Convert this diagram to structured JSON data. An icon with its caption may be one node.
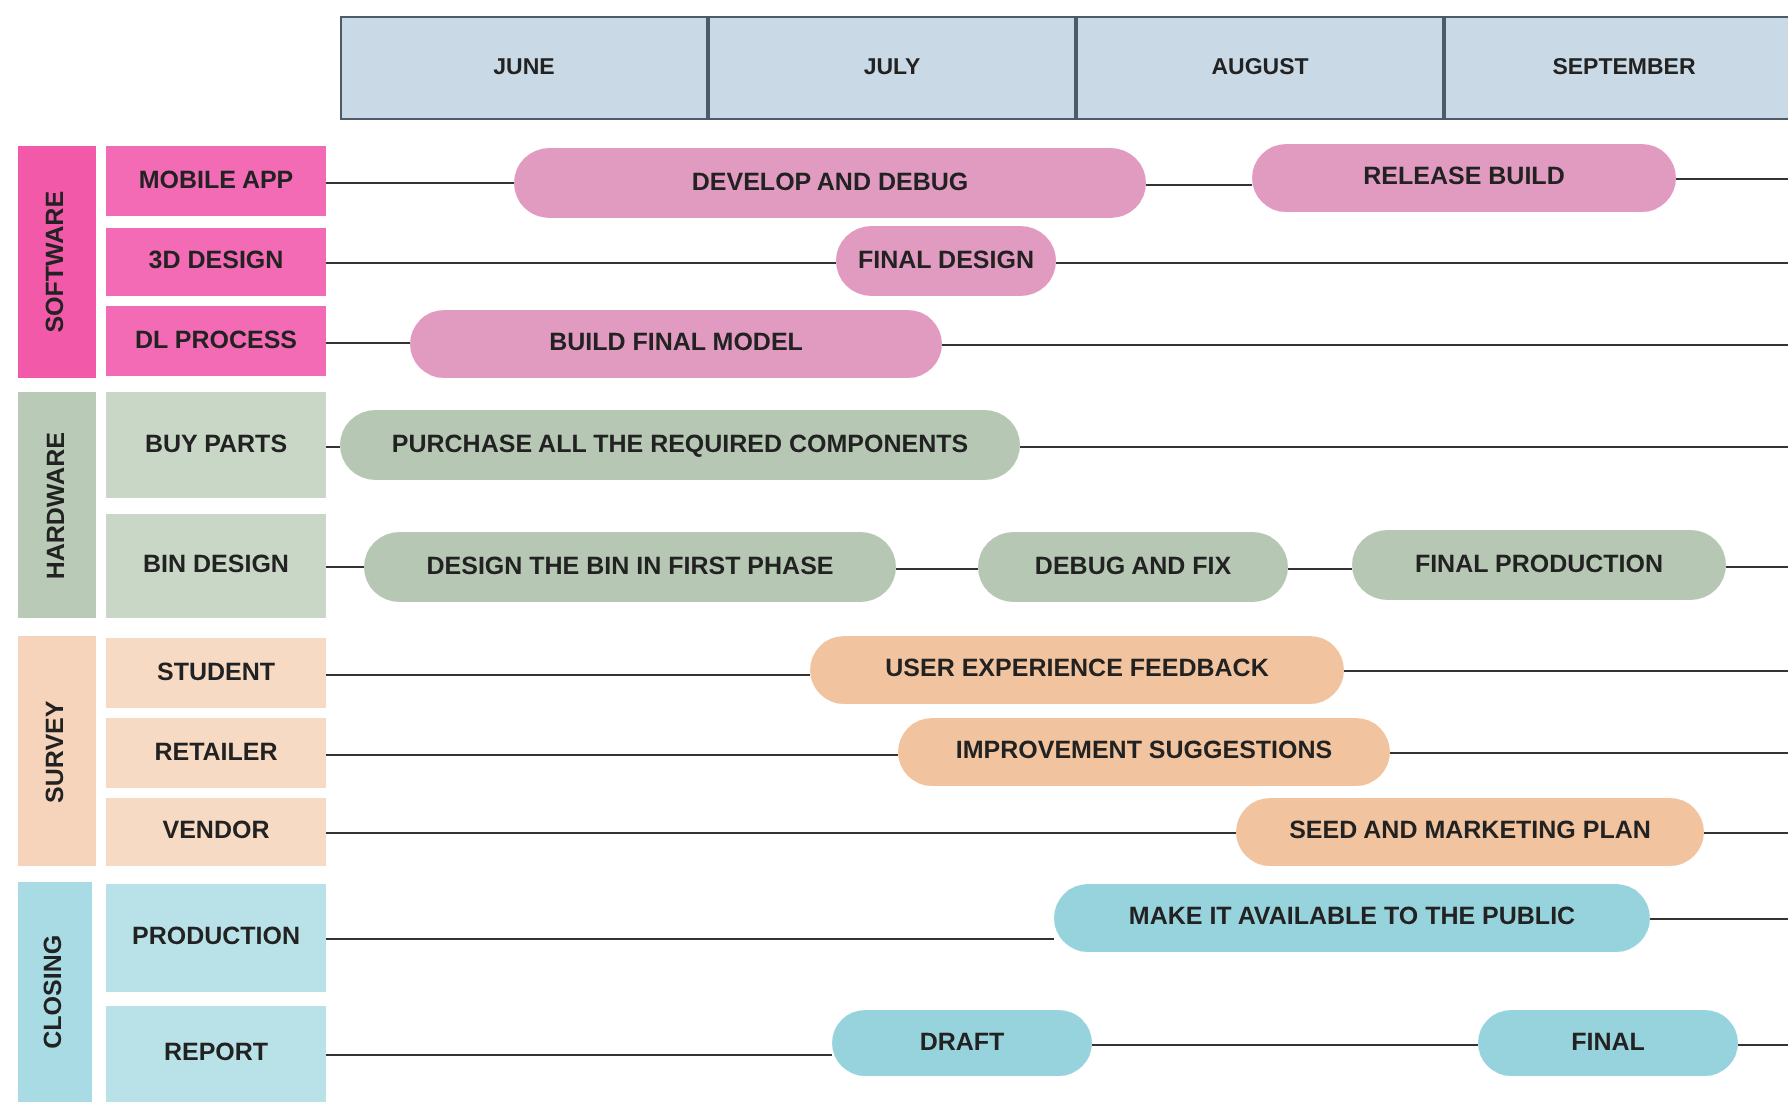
{
  "diagram": {
    "nodes": [
      {
        "text": [
          "JUNE"
        ]
      },
      {
        "text": [
          "JULY"
        ]
      },
      {
        "text": [
          "AUGUST"
        ]
      },
      {
        "text": [
          "SEPTEMBER"
        ]
      },
      {
        "text": [
          "SOFTWARE"
        ]
      },
      {
        "text": [
          "MOBILE APP"
        ]
      },
      {
        "text": [
          "DEVELOP AND DEBUG"
        ]
      },
      {
        "text": [
          "RELEASE BUILD"
        ]
      },
      {
        "text": [
          "3D DESIGN"
        ]
      },
      {
        "text": [
          "FINAL DESIGN"
        ]
      },
      {
        "text": [
          "DL PROCESS"
        ]
      },
      {
        "text": [
          "BUILD FINAL MODEL"
        ]
      },
      {
        "text": [
          "HARDWARE"
        ]
      },
      {
        "text": [
          "BUY PARTS"
        ]
      },
      {
        "text": [
          "PURCHASE ALL THE REQUIRED COMPONENTS"
        ]
      },
      {
        "text": [
          "BIN DESIGN"
        ]
      },
      {
        "text": [
          "DESIGN THE BIN IN FIRST PHASE"
        ]
      },
      {
        "text": [
          "DEBUG AND FIX"
        ]
      },
      {
        "text": [
          "FINAL PRODUCTION"
        ]
      },
      {
        "text": [
          "SURVEY"
        ]
      },
      {
        "text": [
          "STUDENT"
        ]
      },
      {
        "text": [
          "USER EXPERIENCE FEEDBACK"
        ]
      },
      {
        "text": [
          "RETAILER"
        ]
      },
      {
        "text": [
          "IMPROVEMENT SUGGESTIONS"
        ]
      },
      {
        "text": [
          "VENDOR"
        ]
      },
      {
        "text": [
          "SEED AND MARKETING PLAN"
        ]
      },
      {
        "text": [
          "CLOSING"
        ]
      },
      {
        "text": [
          "PRODUCTION"
        ]
      },
      {
        "text": [
          "MAKE IT AVAILABLE TO THE PUBLIC"
        ]
      },
      {
        "text": [
          "REPORT"
        ]
      },
      {
        "text": [
          "DRAFT"
        ]
      },
      {
        "text": [
          "FINAL"
        ]
      }
    ],
    "edges": [
      {
        "from": 5,
        "to": 6,
        "arrow": "none"
      },
      {
        "from": 6,
        "to": 7,
        "arrow": "none"
      },
      {
        "from": 7,
        "to": null,
        "arrow": "none"
      },
      {
        "from": 8,
        "to": 9,
        "arrow": "none"
      },
      {
        "from": 9,
        "to": null,
        "arrow": "none"
      },
      {
        "from": 10,
        "to": 11,
        "arrow": "none"
      },
      {
        "from": 11,
        "to": null,
        "arrow": "none"
      },
      {
        "from": 13,
        "to": 14,
        "arrow": "none"
      },
      {
        "from": 14,
        "to": null,
        "arrow": "none"
      },
      {
        "from": 15,
        "to": 16,
        "arrow": "none"
      },
      {
        "from": 16,
        "to": 17,
        "arrow": "none"
      },
      {
        "from": 17,
        "to": 18,
        "arrow": "none"
      },
      {
        "from": 18,
        "to": null,
        "arrow": "none"
      },
      {
        "from": 20,
        "to": 21,
        "arrow": "none"
      },
      {
        "from": 21,
        "to": null,
        "arrow": "none"
      },
      {
        "from": 22,
        "to": 23,
        "arrow": "none"
      },
      {
        "from": 23,
        "to": null,
        "arrow": "none"
      },
      {
        "from": 24,
        "to": 25,
        "arrow": "none"
      },
      {
        "from": 25,
        "to": null,
        "arrow": "none"
      },
      {
        "from": 27,
        "to": 28,
        "arrow": "none"
      },
      {
        "from": 28,
        "to": null,
        "arrow": "none"
      },
      {
        "from": 29,
        "to": 30,
        "arrow": "none"
      },
      {
        "from": 30,
        "to": 31,
        "arrow": "none"
      },
      {
        "from": 31,
        "to": null,
        "arrow": "none"
      }
    ]
  }
}
